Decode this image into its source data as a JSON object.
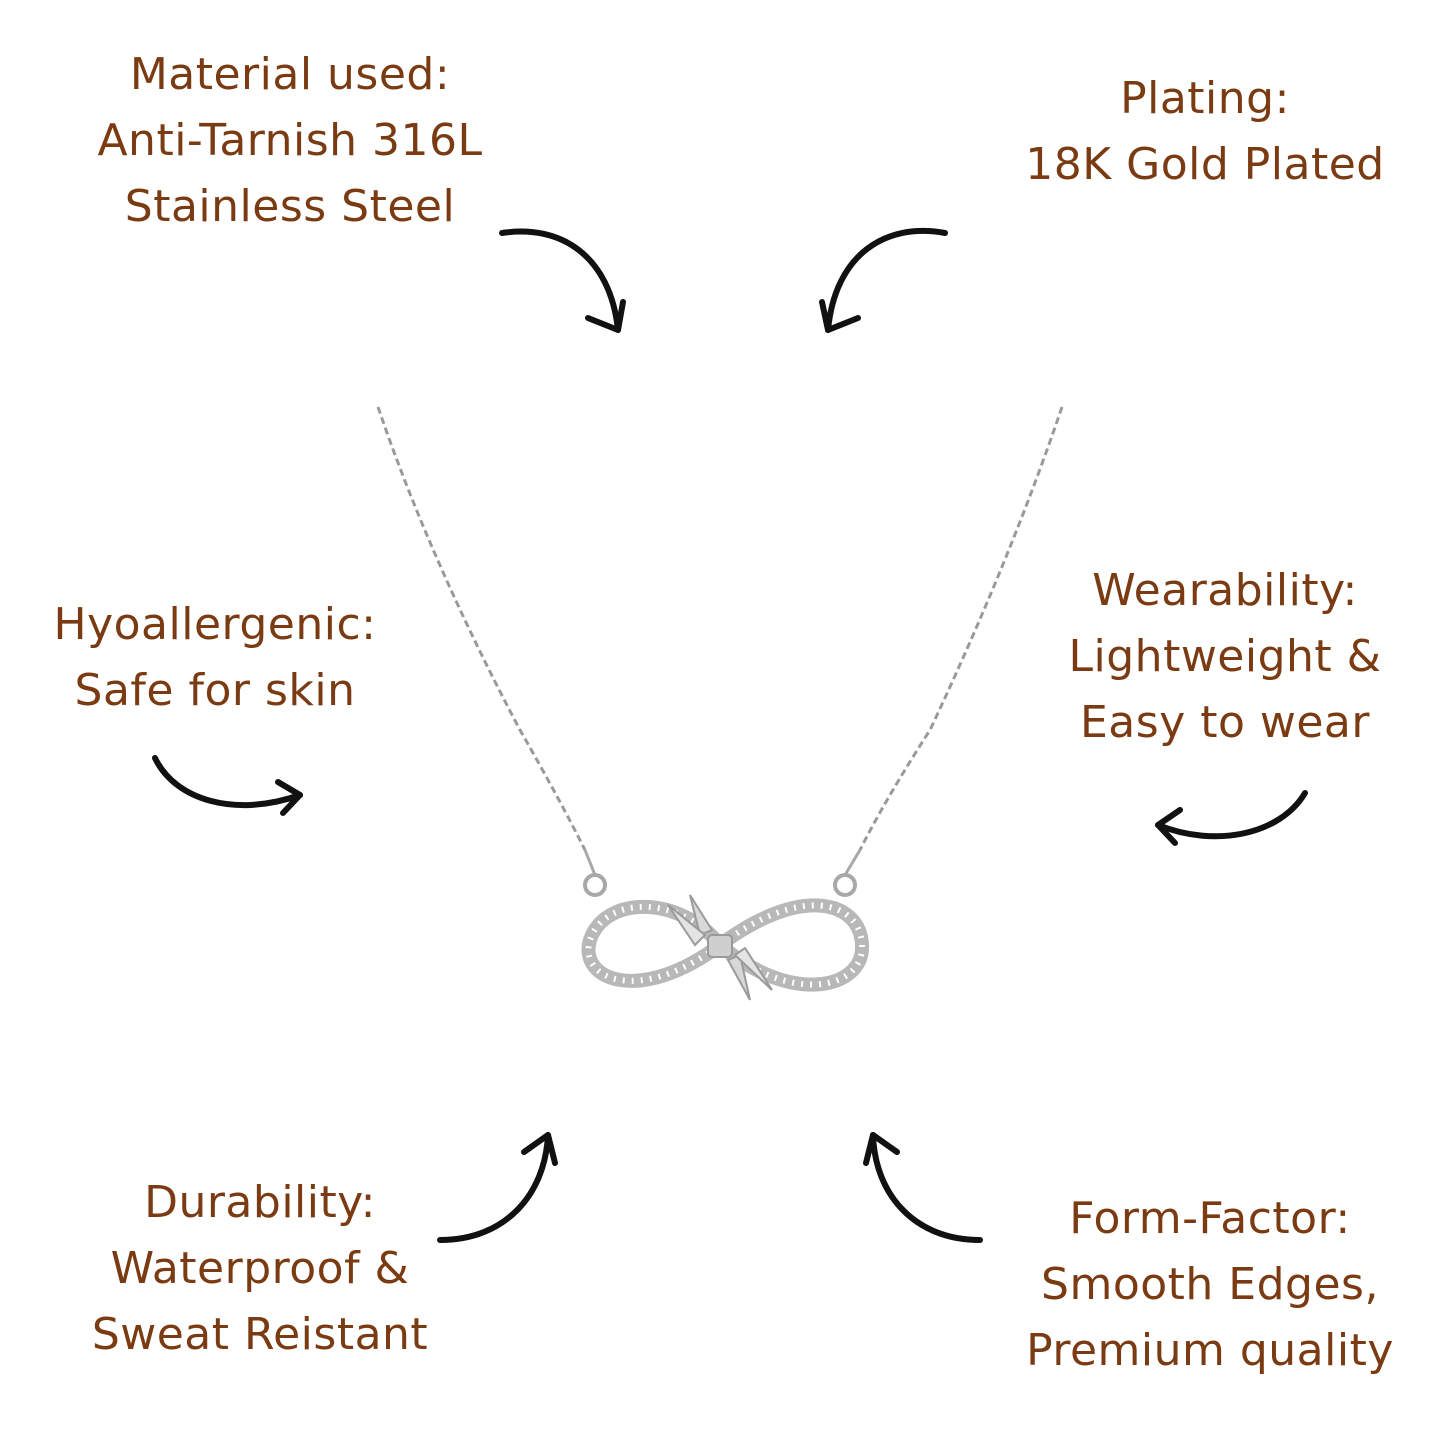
{
  "features": {
    "material": {
      "lines": [
        "Material used:",
        "Anti-Tarnish 316L",
        "Stainless Steel"
      ]
    },
    "plating": {
      "lines": [
        "Plating:",
        "18K Gold Plated"
      ]
    },
    "hypoallergenic": {
      "lines": [
        "Hyoallergenic:",
        "Safe for skin"
      ]
    },
    "wearability": {
      "lines": [
        "Wearability:",
        "Lightweight &",
        "Easy to wear"
      ]
    },
    "durability": {
      "lines": [
        "Durability:",
        "Waterproof &",
        "Sweat Reistant"
      ]
    },
    "form_factor": {
      "lines": [
        "Form-Factor:",
        "Smooth Edges,",
        "Premium quality"
      ]
    }
  },
  "colors": {
    "text": "#7a3b13",
    "arrow": "#111111",
    "chain": "#9a9a9a",
    "pendant": "#b8b8b8"
  },
  "icons": {
    "arrows": "curved-arrow-icon",
    "product": "infinity-bow-necklace-icon"
  }
}
